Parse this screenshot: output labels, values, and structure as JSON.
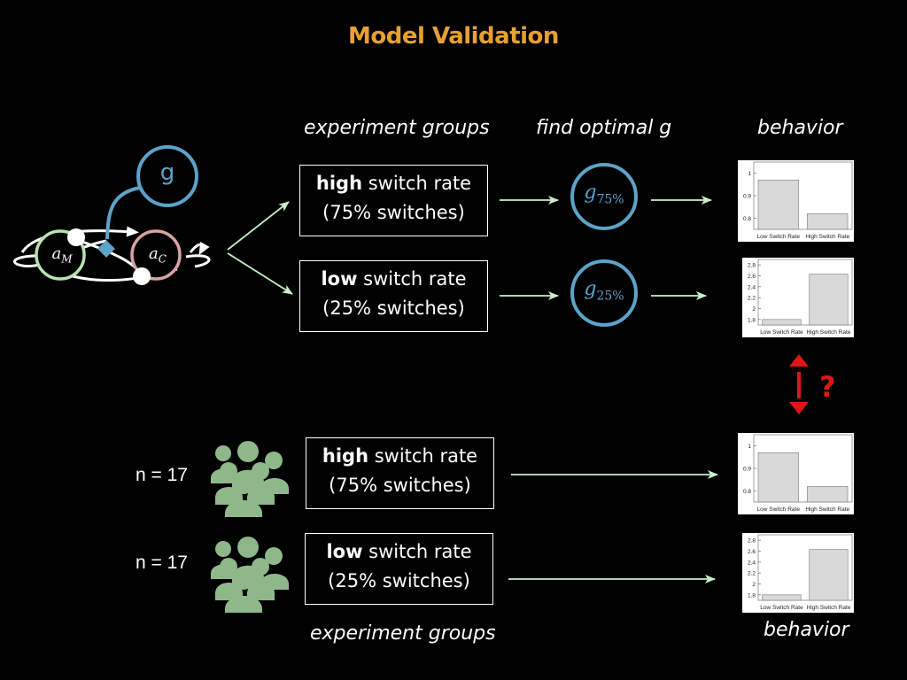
{
  "title": "Model Validation",
  "headings": {
    "experiment_groups": "experiment groups",
    "find_optimal_g": "find optimal g",
    "behavior": "behavior",
    "experiment_groups_bottom": "experiment groups",
    "behavior_bottom": "behavior"
  },
  "model": {
    "g_label": "g",
    "node_m": "a",
    "node_m_sub": "M",
    "node_c": "a",
    "node_c_sub": "C"
  },
  "groups": {
    "high_bold": "high",
    "high_rest": " switch rate",
    "high_pct": "(75% switches)",
    "low_bold": "low",
    "low_rest": " switch rate",
    "low_pct": "(25% switches)"
  },
  "optimal": {
    "g75": "g",
    "g75_sub": "75%",
    "g25": "g",
    "g25_sub": "25%"
  },
  "participants": {
    "n_high": "n = 17",
    "n_low": "n = 17"
  },
  "compare_mark": "?",
  "colors": {
    "title": "#e8a032",
    "blue": "#5ba3c9",
    "green_node": "#b8e2b0",
    "pink_node": "#d9a3a3",
    "arrow": "#c8efc8",
    "people": "#8fb88a",
    "red": "#e01515",
    "bar": "#d9d9d9"
  },
  "chart_data": [
    {
      "type": "bar",
      "name": "model-high",
      "categories": [
        "Low Switch Rate",
        "High Switch Rate"
      ],
      "values": [
        0.97,
        0.82
      ],
      "ylim": [
        0.75,
        1.05
      ],
      "yticks": [
        0.8,
        0.9,
        1
      ],
      "ytick_labels": [
        "0.8",
        "0.9",
        "1"
      ]
    },
    {
      "type": "bar",
      "name": "model-low",
      "categories": [
        "Low Switch Rate",
        "High Switch Rate"
      ],
      "values": [
        1.8,
        2.63
      ],
      "ylim": [
        1.7,
        2.9
      ],
      "yticks": [
        1.8,
        2,
        2.2,
        2.4,
        2.6,
        2.8
      ],
      "ytick_labels": [
        "1.8",
        "2",
        "2.2",
        "2.4",
        "2.6",
        "2.8"
      ]
    },
    {
      "type": "bar",
      "name": "human-high",
      "categories": [
        "Low Switch Rate",
        "High Switch Rate"
      ],
      "values": [
        0.97,
        0.82
      ],
      "ylim": [
        0.75,
        1.05
      ],
      "yticks": [
        0.8,
        0.9,
        1
      ],
      "ytick_labels": [
        "0.8",
        "0.9",
        "1"
      ]
    },
    {
      "type": "bar",
      "name": "human-low",
      "categories": [
        "Low Switch Rate",
        "High Switch Rate"
      ],
      "values": [
        1.8,
        2.63
      ],
      "ylim": [
        1.7,
        2.9
      ],
      "yticks": [
        1.8,
        2,
        2.2,
        2.4,
        2.6,
        2.8
      ],
      "ytick_labels": [
        "1.8",
        "2",
        "2.2",
        "2.4",
        "2.6",
        "2.8"
      ]
    }
  ]
}
